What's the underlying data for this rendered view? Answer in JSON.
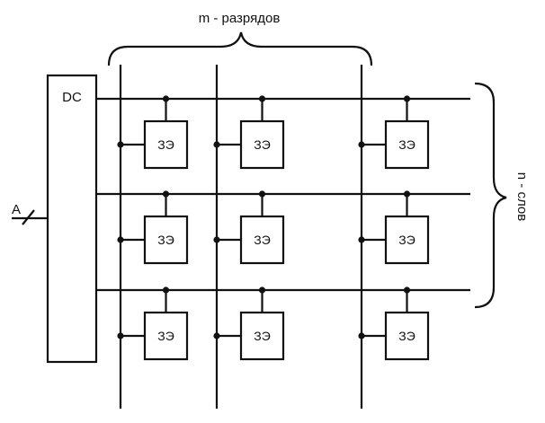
{
  "decoder": {
    "label": "DC"
  },
  "address": {
    "label": "A"
  },
  "columns_brace": {
    "label": "m - разрядов"
  },
  "rows_brace": {
    "label": "n - слов"
  },
  "cell_label": "ЗЭ",
  "grid": {
    "rows": 3,
    "columns": 3
  }
}
